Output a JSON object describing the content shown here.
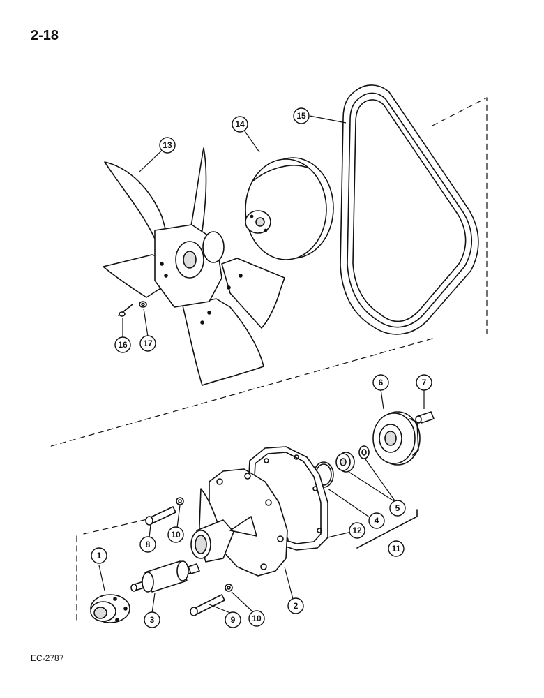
{
  "page": {
    "number": "2-18",
    "figure_code": "EC-2787"
  },
  "callouts": [
    {
      "id": "c1",
      "label": "1"
    },
    {
      "id": "c2",
      "label": "2"
    },
    {
      "id": "c3",
      "label": "3"
    },
    {
      "id": "c4",
      "label": "4"
    },
    {
      "id": "c5",
      "label": "5"
    },
    {
      "id": "c6",
      "label": "6"
    },
    {
      "id": "c7",
      "label": "7"
    },
    {
      "id": "c8",
      "label": "8"
    },
    {
      "id": "c9",
      "label": "9"
    },
    {
      "id": "c10a",
      "label": "10"
    },
    {
      "id": "c10b",
      "label": "10"
    },
    {
      "id": "c11",
      "label": "11"
    },
    {
      "id": "c12",
      "label": "12"
    },
    {
      "id": "c13",
      "label": "13"
    },
    {
      "id": "c14",
      "label": "14"
    },
    {
      "id": "c15",
      "label": "15"
    },
    {
      "id": "c16",
      "label": "16"
    },
    {
      "id": "c17",
      "label": "17"
    }
  ]
}
